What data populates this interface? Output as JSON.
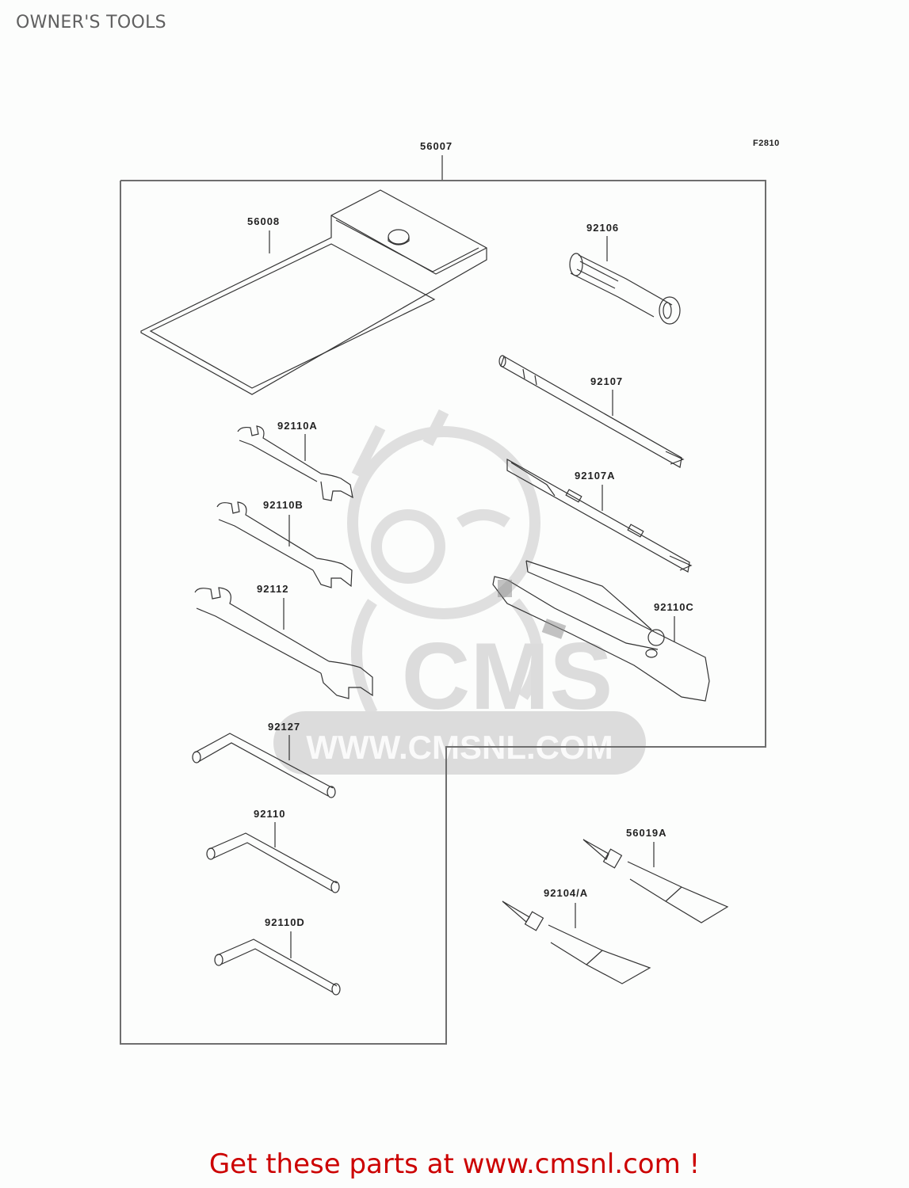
{
  "page": {
    "title": "OWNER'S TOOLS"
  },
  "diagram": {
    "figure_code": "F2810",
    "assembly_label": "56007",
    "watermark": {
      "logo_text": "CMS",
      "url_text": "WWW.CMSNL.COM"
    },
    "parts": [
      {
        "id": "56008",
        "label": "56008",
        "description": "tool-bag"
      },
      {
        "id": "92106",
        "label": "92106",
        "description": "screwdriver-handle"
      },
      {
        "id": "92107",
        "label": "92107",
        "description": "screwdriver-bit"
      },
      {
        "id": "92107A",
        "label": "92107A",
        "description": "screwdriver-bit-double"
      },
      {
        "id": "92110C",
        "label": "92110C",
        "description": "wrench-small"
      },
      {
        "id": "92110A",
        "label": "92110A",
        "description": "wrench-medium"
      },
      {
        "id": "92110B",
        "label": "92110B",
        "description": "wrench-large"
      },
      {
        "id": "92112",
        "label": "92112",
        "description": "pliers"
      },
      {
        "id": "92127",
        "label": "92127",
        "description": "hex-key-large"
      },
      {
        "id": "92110",
        "label": "92110",
        "description": "hex-key-medium"
      },
      {
        "id": "92110D",
        "label": "92110D",
        "description": "hex-key-small"
      },
      {
        "id": "56019A",
        "label": "56019A",
        "description": "bond-tube"
      },
      {
        "id": "92104/A",
        "label": "92104/A",
        "description": "bond-tube"
      }
    ],
    "colors": {
      "line": "#333333",
      "frame": "#707070",
      "watermark": "#d8d8d8"
    }
  },
  "footer": {
    "cta_text": "Get these parts at www.cmsnl.com !",
    "cta_color": "#cc0000"
  }
}
